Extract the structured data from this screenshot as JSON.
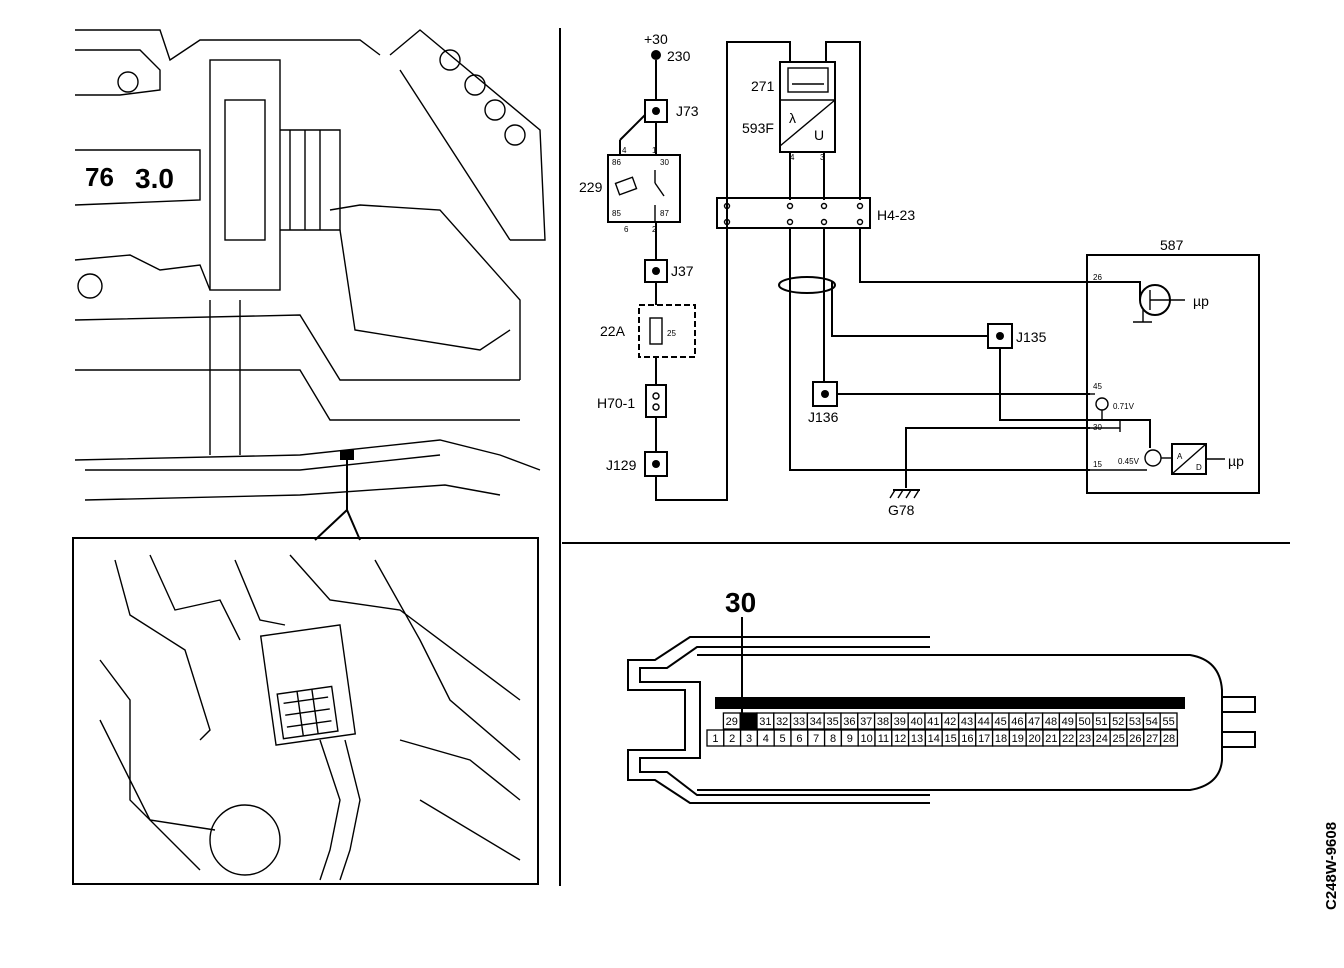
{
  "diagram": {
    "battery_label": "+30",
    "splice_230": "230",
    "connectors": {
      "J73": "J73",
      "J37": "J37",
      "J129": "J129",
      "J135": "J135",
      "J136": "J136",
      "H70_1": "H70-1",
      "H4_23": "H4-23"
    },
    "components": {
      "relay": "229",
      "fuse_block": "22A",
      "fuse_value": "25",
      "heater": "271",
      "sensor": "593F",
      "sensor_lambda": "λ",
      "sensor_u": "U",
      "ecu": "587",
      "ground": "G78"
    },
    "relay_pins": [
      "4",
      "1",
      "86",
      "30",
      "85",
      "87",
      "6",
      "2"
    ],
    "sensor_pins": [
      "4",
      "3"
    ],
    "ecu_pins": [
      "26",
      "45",
      "30",
      "15"
    ],
    "ecu_signals": {
      "micro_top": "µp",
      "micro_bottom": "µp",
      "v1": "0.71V",
      "v2": "0.45V",
      "ad_a": "A",
      "ad_d": "D"
    }
  },
  "connector_view": {
    "callout": "30",
    "top_row": [
      "29",
      "30",
      "31",
      "32",
      "33",
      "34",
      "35",
      "36",
      "37",
      "38",
      "39",
      "40",
      "41",
      "42",
      "43",
      "44",
      "45",
      "46",
      "47",
      "48",
      "49",
      "50",
      "51",
      "52",
      "53",
      "54",
      "55"
    ],
    "bottom_row": [
      "1",
      "2",
      "3",
      "4",
      "5",
      "6",
      "7",
      "8",
      "9",
      "10",
      "11",
      "12",
      "13",
      "14",
      "15",
      "16",
      "17",
      "18",
      "19",
      "20",
      "21",
      "22",
      "23",
      "24",
      "25",
      "26",
      "27",
      "28"
    ],
    "highlighted_pin": "30"
  },
  "figure_code": "C248W-9608"
}
